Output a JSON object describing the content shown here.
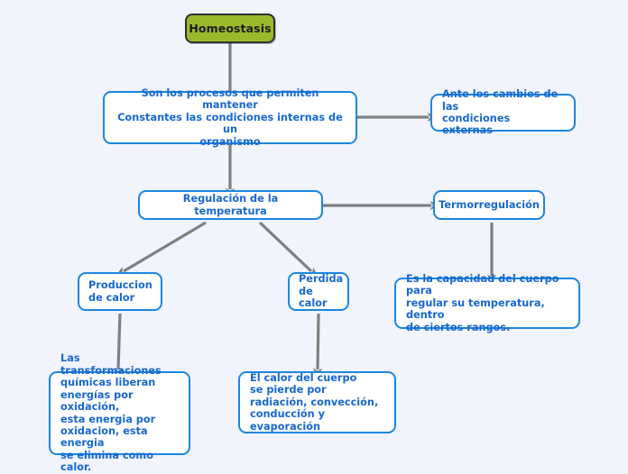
{
  "diagram": {
    "title": "Homeostasis concept map",
    "background_color": "#f1f3fd",
    "accent_root_fill": "#9aba2c",
    "accent_node_border": "#1c86e0",
    "accent_node_text": "#1668cf",
    "connector_color": "#808080"
  },
  "nodes": {
    "root": {
      "label": "Homeostasis"
    },
    "procesos": {
      "label": "Son los procesos que permiten mantener\nConstantes las condiciones internas de un\norganismo"
    },
    "cambios_externos": {
      "label": "Ante los cambios de las\ncondiciones externas"
    },
    "regulacion": {
      "label": "Regulación de la temperatura"
    },
    "termorregulacion": {
      "label": "Termorregulación"
    },
    "capacidad": {
      "label": "Es la capacidad del cuerpo para\nregular su temperatura, dentro\nde ciertos rangos."
    },
    "produccion": {
      "label": "Produccion\nde calor"
    },
    "perdida": {
      "label": "Perdida\nde calor"
    },
    "transformaciones": {
      "label": "Las transformaciones\nquímicas liberan\nenergías por oxidación,\nesta energia por\noxidacion, esta energia\nse elimina como calor."
    },
    "calor_pierde": {
      "label": "El calor del cuerpo\nse pierde por\nradiación, convección,\nconducción y evaporación"
    }
  },
  "edges": [
    {
      "name": "root-to-procesos",
      "from": "root",
      "to": "procesos"
    },
    {
      "name": "procesos-to-cambios-externos",
      "from": "procesos",
      "to": "cambios_externos"
    },
    {
      "name": "procesos-to-regulacion",
      "from": "procesos",
      "to": "regulacion"
    },
    {
      "name": "regulacion-to-termorregulacion",
      "from": "regulacion",
      "to": "termorregulacion"
    },
    {
      "name": "termorregulacion-to-capacidad",
      "from": "termorregulacion",
      "to": "capacidad"
    },
    {
      "name": "regulacion-to-produccion",
      "from": "regulacion",
      "to": "produccion"
    },
    {
      "name": "regulacion-to-perdida",
      "from": "regulacion",
      "to": "perdida"
    },
    {
      "name": "produccion-to-transformaciones",
      "from": "produccion",
      "to": "transformaciones"
    },
    {
      "name": "perdida-to-calor-pierde",
      "from": "perdida",
      "to": "calor_pierde"
    }
  ]
}
